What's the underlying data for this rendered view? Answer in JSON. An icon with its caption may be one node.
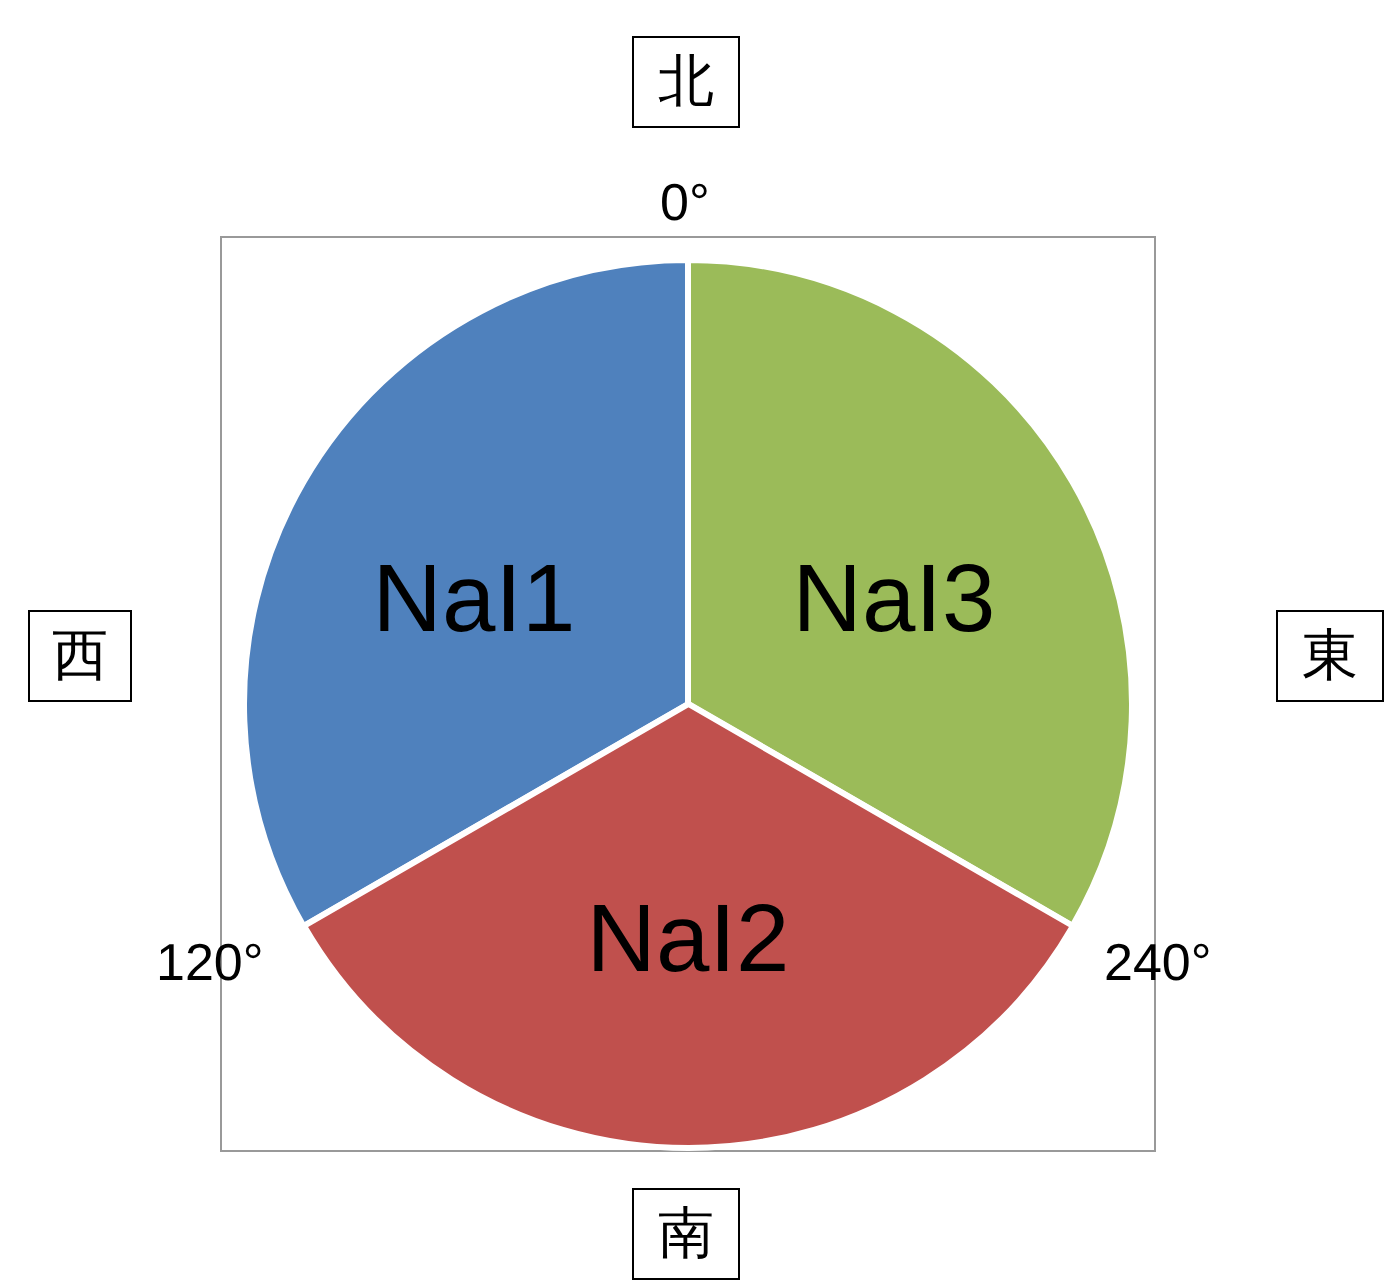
{
  "diagram": {
    "nodes": [
      {
        "text": [
          "北"
        ]
      },
      {
        "text": [
          "西"
        ]
      },
      {
        "text": [
          "NaI1"
        ]
      },
      {
        "text": [
          "NaI3"
        ]
      },
      {
        "text": [
          "東"
        ]
      },
      {
        "text": [
          "NaI2"
        ]
      },
      {
        "text": [
          "南"
        ]
      }
    ],
    "edges": [],
    "labels": [
      "0°",
      "120°",
      "240°"
    ]
  }
}
